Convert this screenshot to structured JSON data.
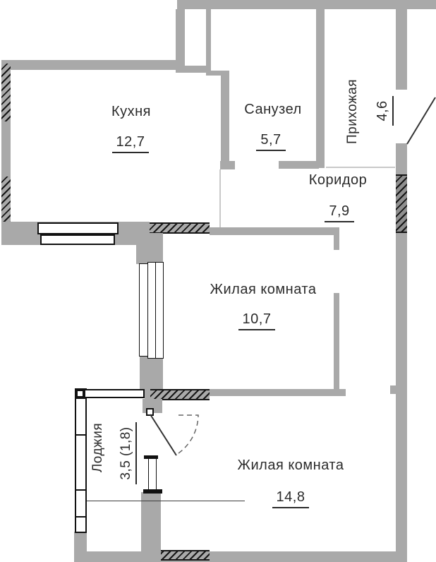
{
  "plan": {
    "rooms": [
      {
        "id": "kitchen",
        "name": "Кухня",
        "area": "12,7"
      },
      {
        "id": "bathroom",
        "name": "Санузел",
        "area": "5,7"
      },
      {
        "id": "hallway",
        "name": "Прихожая",
        "area": "4,6"
      },
      {
        "id": "corridor",
        "name": "Коридор",
        "area": "7,9"
      },
      {
        "id": "living-room-1",
        "name": "Жилая комната",
        "area": "10,7"
      },
      {
        "id": "living-room-2",
        "name": "Жилая комната",
        "area": "14,8"
      },
      {
        "id": "loggia",
        "name": "Лоджия",
        "area": "3,5 (1,8)"
      }
    ]
  },
  "colors": {
    "wall": "#a9a9a9",
    "wall_dark": "#8f8f8f",
    "hatch": "#161616",
    "line_dark": "#111111",
    "thin_line": "#c9c9c9",
    "text": "#2b2b2b",
    "background": "#ffffff"
  }
}
